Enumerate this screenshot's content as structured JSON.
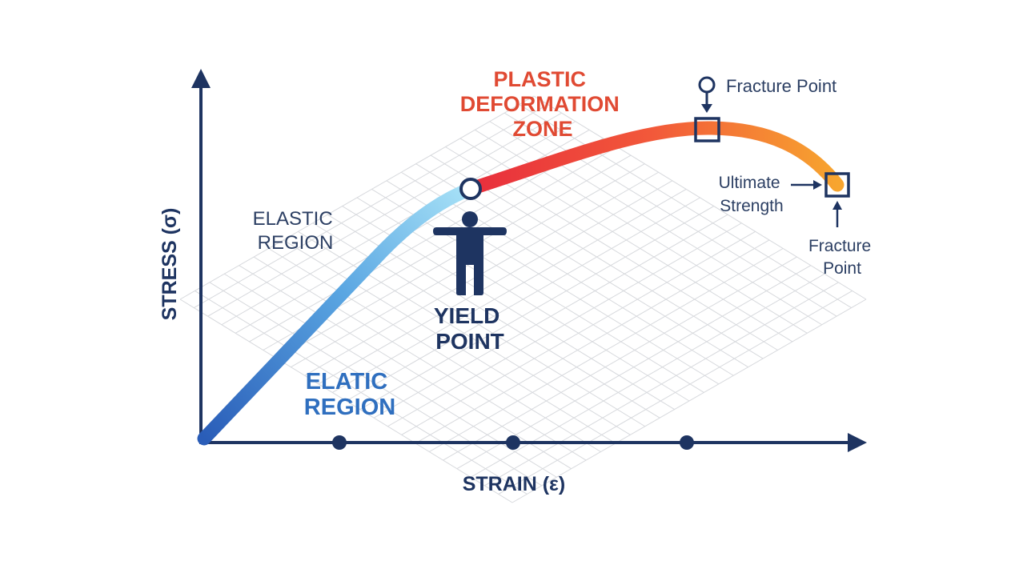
{
  "axes": {
    "y_label": "STRESS (σ)",
    "x_label": "STRAIN (ε)"
  },
  "labels": {
    "elastic_region_upper": [
      "ELASTIC",
      "REGION"
    ],
    "elastic_region_lower": [
      "ELATIC",
      "REGION"
    ],
    "plastic_zone": [
      "PLASTIC",
      "DEFORMATION",
      "ZONE"
    ],
    "yield_point": [
      "YIELD",
      "POINT"
    ],
    "fracture_point_top": "Fracture Point",
    "ultimate_strength": [
      "Ultimate",
      "Strength"
    ],
    "fracture_point_right": [
      "Fracture",
      "Point"
    ]
  },
  "colors": {
    "axis": "#1e3461",
    "elastic_dark": "#2a5db8",
    "elastic_light": "#86d3f2",
    "plastic_red": "#e8333a",
    "plastic_orange": "#f59a2e",
    "plastic_title": "#e04a33",
    "elastic_lower_text": "#2f6fbf",
    "elastic_upper_text": "#2c3f63",
    "grid": "#d7d9dd"
  },
  "icons": {
    "person": "person-icon",
    "yield_marker": "yield-point-marker",
    "ultimate_marker": "ultimate-strength-marker",
    "fracture_marker": "fracture-point-marker"
  }
}
